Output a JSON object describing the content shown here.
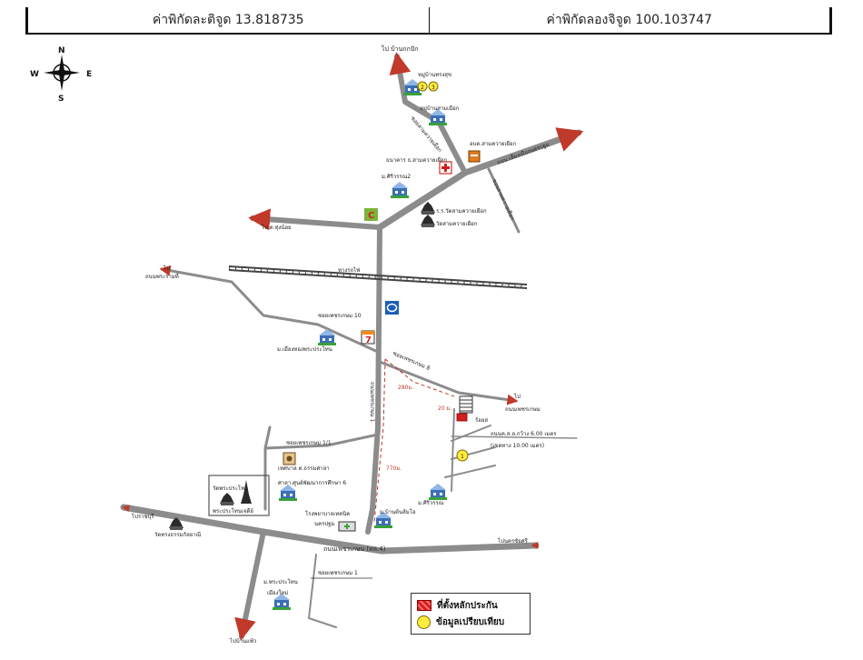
{
  "header": {
    "latitude": "ค่าพิกัดละติจูด 13.818735",
    "longitude": "ค่าพิกัดลองจิจูด 100.103747"
  },
  "compass": {
    "n": "N",
    "s": "S",
    "e": "E",
    "w": "W"
  },
  "labels": {
    "to_north": "ไป บ้านกกปัก",
    "village_1": "หมู่บ้านทรงสุข",
    "village_2": "หมู่บ้านสามเมือก",
    "soi_northwest": "ซอยสามควายเผือก",
    "sub_district_office": "อบต.สามควายเผือก",
    "bank": "ธนาคาร ธ.สามควายเผือก",
    "road_northeast": "ถนน เลี่ยงเมืองนครปฐม",
    "village_3": "ม.ศิริวรรณ2",
    "soi_east_north": "ซอยสามควายเผือก",
    "school_temple": "ร.ร.วัดสามควายเผือก",
    "temple_1": "วัดสามควายเผือก",
    "to_west_upper": "ไป ต.ทุ่งน้อย",
    "railway": "ทางรถไฟ",
    "to_west_mid_a": "ไป",
    "to_west_mid_b": "ถนนพระรามที่",
    "soi_phet_10": "ซอยเพชรเกษม 10",
    "village_4": "ม.เมืองทองพระประโทน",
    "soi_phet_8": "ซอยเพชรเกษม 8",
    "dist_280": "280ม.",
    "dist_20": "20 ม.",
    "dist_770": "770ม.",
    "road_main_vertical": "ถนนเพชรเกษม 1",
    "to_east_a": "ไป",
    "to_east_b": "ถนนเพชรเกษม",
    "site_label": "ร้อยส",
    "road_width_1": "ถนนค.ส.ล.กว้าง 6.00 เมตร",
    "road_width_2": "(เขตทาง 10.00 เมตร)",
    "comparison_1": "1",
    "soi_phet_1_1": "ซอยเพชรเกษม 1/1",
    "health_office": "เทศบาล ต.ธรรมศาลา",
    "school_2": "ศาลา.ศูนย์พัฒนาการศึกษา 6",
    "village_5": "ม.ศิริวรรณ",
    "temple_2": "วัดพระประโทน",
    "pagoda": "พระประโทนเจดีย์",
    "to_west_lower": "ไปราชบุรี",
    "temple_3": "วัดทรงธรรมกัลยาณี",
    "hospital": "โรงพยาบาลเทคนิค",
    "hospital_2": "นครปฐม",
    "village_6": "ม.บ้านต้นส้มโอ",
    "road_phetkasem": "ถนนเพชรเกษม (ทล.4)",
    "to_east_lower": "ไปนครชัยศรี",
    "soi_phet_1": "ซอยเพชรเกษม 1",
    "village_7": "ม.พระประโทน",
    "village_8": "เมืองใหม่",
    "to_south": "ไปบ้านแพ้ว",
    "ptt_badge": "C",
    "seven_eleven": "7",
    "circle_2": "2",
    "circle_3": "3"
  },
  "legend": {
    "site": "ที่ตั้งหลักประกัน",
    "comparison": "ข้อมูลเปรียบเทียบ"
  },
  "colors": {
    "road": "#8c8c8c",
    "arrow": "#c0392b",
    "site_red": "#d21f1f",
    "comparison_yellow": "#ffec3d",
    "icon_blue": "#3a6fb5",
    "icon_green": "#3aa13a"
  }
}
